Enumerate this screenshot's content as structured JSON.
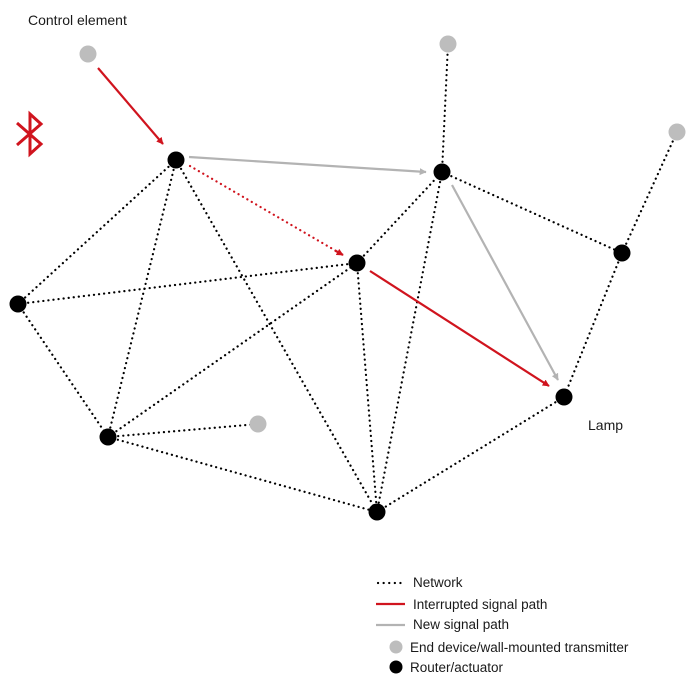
{
  "labels": {
    "control_element": "Control element",
    "lamp": "Lamp"
  },
  "icons": {
    "bluetooth": "bluetooth-icon"
  },
  "colors": {
    "network": "#000000",
    "interrupted": "#d0141e",
    "new_path": "#b3b3b3",
    "end_device": "#bdbdbd",
    "router": "#000000"
  },
  "legend": {
    "network": "Network",
    "interrupted": "Interrupted signal path",
    "new_path": "New signal path",
    "end_device": "End device/wall-mounted transmitter",
    "router": "Router/actuator"
  }
}
